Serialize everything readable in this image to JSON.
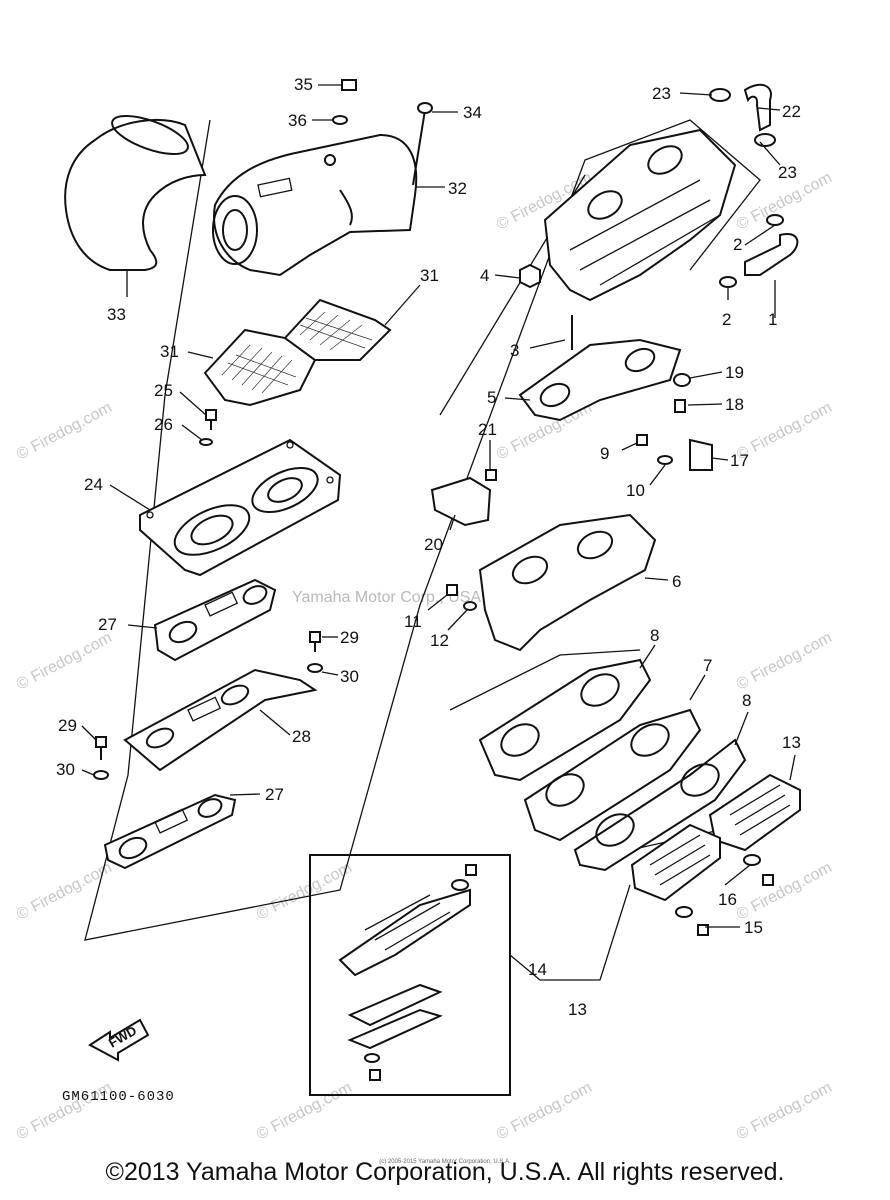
{
  "diagram": {
    "part_code": "GM61100-6030",
    "fwd_label": "FWD",
    "center_watermark": "Yamaha Motor Corp., USA",
    "watermark": "© Firedog.com",
    "callouts": [
      {
        "id": "35",
        "label": "35"
      },
      {
        "id": "36",
        "label": "36"
      },
      {
        "id": "34",
        "label": "34"
      },
      {
        "id": "32",
        "label": "32"
      },
      {
        "id": "33",
        "label": "33"
      },
      {
        "id": "31a",
        "label": "31"
      },
      {
        "id": "31b",
        "label": "31"
      },
      {
        "id": "25",
        "label": "25"
      },
      {
        "id": "26",
        "label": "26"
      },
      {
        "id": "24",
        "label": "24"
      },
      {
        "id": "27a",
        "label": "27"
      },
      {
        "id": "29a",
        "label": "29"
      },
      {
        "id": "30a",
        "label": "30"
      },
      {
        "id": "28",
        "label": "28"
      },
      {
        "id": "29b",
        "label": "29"
      },
      {
        "id": "30b",
        "label": "30"
      },
      {
        "id": "27b",
        "label": "27"
      },
      {
        "id": "23a",
        "label": "23"
      },
      {
        "id": "22",
        "label": "22"
      },
      {
        "id": "23b",
        "label": "23"
      },
      {
        "id": "2a",
        "label": "2"
      },
      {
        "id": "4",
        "label": "4"
      },
      {
        "id": "2b",
        "label": "2"
      },
      {
        "id": "1",
        "label": "1"
      },
      {
        "id": "3",
        "label": "3"
      },
      {
        "id": "19",
        "label": "19"
      },
      {
        "id": "5",
        "label": "5"
      },
      {
        "id": "18",
        "label": "18"
      },
      {
        "id": "21",
        "label": "21"
      },
      {
        "id": "9",
        "label": "9"
      },
      {
        "id": "17",
        "label": "17"
      },
      {
        "id": "10",
        "label": "10"
      },
      {
        "id": "20",
        "label": "20"
      },
      {
        "id": "6",
        "label": "6"
      },
      {
        "id": "11",
        "label": "11"
      },
      {
        "id": "12",
        "label": "12"
      },
      {
        "id": "8a",
        "label": "8"
      },
      {
        "id": "7",
        "label": "7"
      },
      {
        "id": "8b",
        "label": "8"
      },
      {
        "id": "13a",
        "label": "13"
      },
      {
        "id": "16",
        "label": "16"
      },
      {
        "id": "15",
        "label": "15"
      },
      {
        "id": "14",
        "label": "14"
      },
      {
        "id": "13b",
        "label": "13"
      }
    ]
  },
  "footer": {
    "copyright": "©2013 Yamaha Motor Corporation, U.S.A. All rights reserved.",
    "small_notice": "(c) 2005-2015 Yamaha Motor Corporation, U.S.A."
  }
}
